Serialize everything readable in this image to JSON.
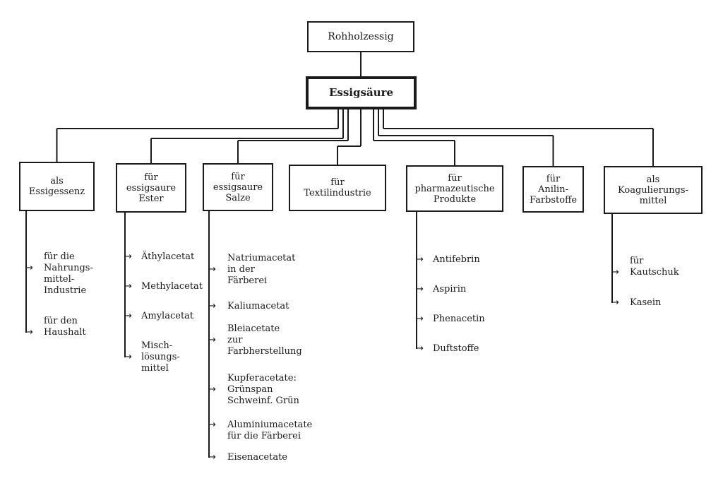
{
  "root": "Rohholzessig",
  "main": "Essigsäure",
  "arrow_glyph": "→",
  "categories": [
    {
      "label": "als\nEssigessenz",
      "items": [
        "für die\nNahrungs-\nmittel-\nIndustrie",
        "für den\nHaushalt"
      ]
    },
    {
      "label": "für\nessigsaure\nEster",
      "items": [
        "Äthylacetat",
        "Methylacetat",
        "Amylacetat",
        "Misch-\nlösungs-\nmittel"
      ]
    },
    {
      "label": "für\nessigsaure\nSalze",
      "items": [
        "Natriumacetat\nin der\nFärberei",
        "Kaliumacetat",
        "Bleiacetate\nzur\nFarbherstellung",
        "Kupferacetate:\nGrünspan\nSchweinf. Grün",
        "Aluminiumacetate\nfür die Färberei",
        "Eisenacetate"
      ]
    },
    {
      "label": "für\nTextilindustrie",
      "items": []
    },
    {
      "label": "für\npharmazeutische\nProdukte",
      "items": [
        "Antifebrin",
        "Aspirin",
        "Phenacetin",
        "Duftstoffe"
      ]
    },
    {
      "label": "für\nAnilin-\nFarbstoffe",
      "items": []
    },
    {
      "label": "als\nKoagulierungs-\nmittel",
      "items": [
        "für\nKautschuk",
        "Kasein"
      ]
    }
  ]
}
